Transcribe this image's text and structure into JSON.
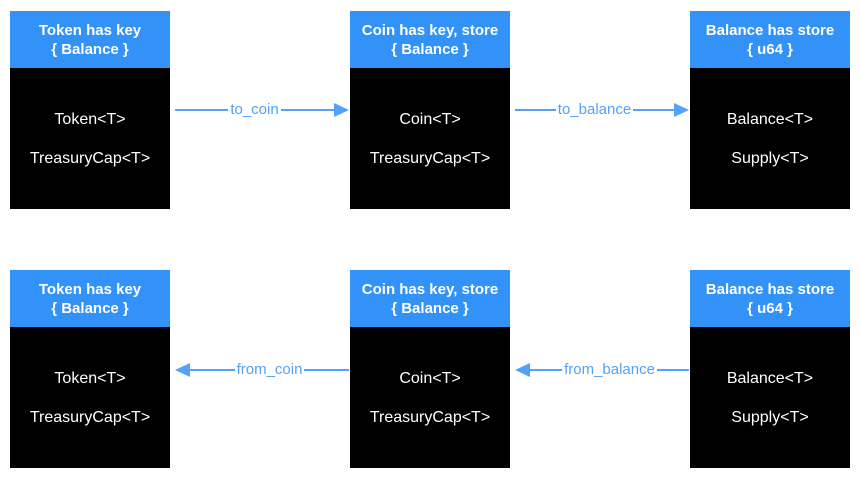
{
  "colors": {
    "header_bg": "#3292F8",
    "body_bg": "#000000",
    "box_text": "#FFFFFF",
    "arrow": "#55A0F8",
    "page_bg": "#FFFFFF"
  },
  "rows": [
    {
      "boxes": [
        {
          "title1": "Token has key",
          "title2": "{ Balance }",
          "items": [
            "Token<T>",
            "TreasuryCap<T>"
          ]
        },
        {
          "title1": "Coin has key, store",
          "title2": "{ Balance }",
          "items": [
            "Coin<T>",
            "TreasuryCap<T>"
          ]
        },
        {
          "title1": "Balance has store",
          "title2": "{ u64 }",
          "items": [
            "Balance<T>",
            "Supply<T>"
          ]
        }
      ],
      "arrows": [
        {
          "label": "to_coin",
          "direction": "right"
        },
        {
          "label": "to_balance",
          "direction": "right"
        }
      ]
    },
    {
      "boxes": [
        {
          "title1": "Token has key",
          "title2": "{ Balance }",
          "items": [
            "Token<T>",
            "TreasuryCap<T>"
          ]
        },
        {
          "title1": "Coin has key, store",
          "title2": "{ Balance }",
          "items": [
            "Coin<T>",
            "TreasuryCap<T>"
          ]
        },
        {
          "title1": "Balance has store",
          "title2": "{ u64 }",
          "items": [
            "Balance<T>",
            "Supply<T>"
          ]
        }
      ],
      "arrows": [
        {
          "label": "from_coin",
          "direction": "left"
        },
        {
          "label": "from_balance",
          "direction": "left"
        }
      ]
    }
  ]
}
